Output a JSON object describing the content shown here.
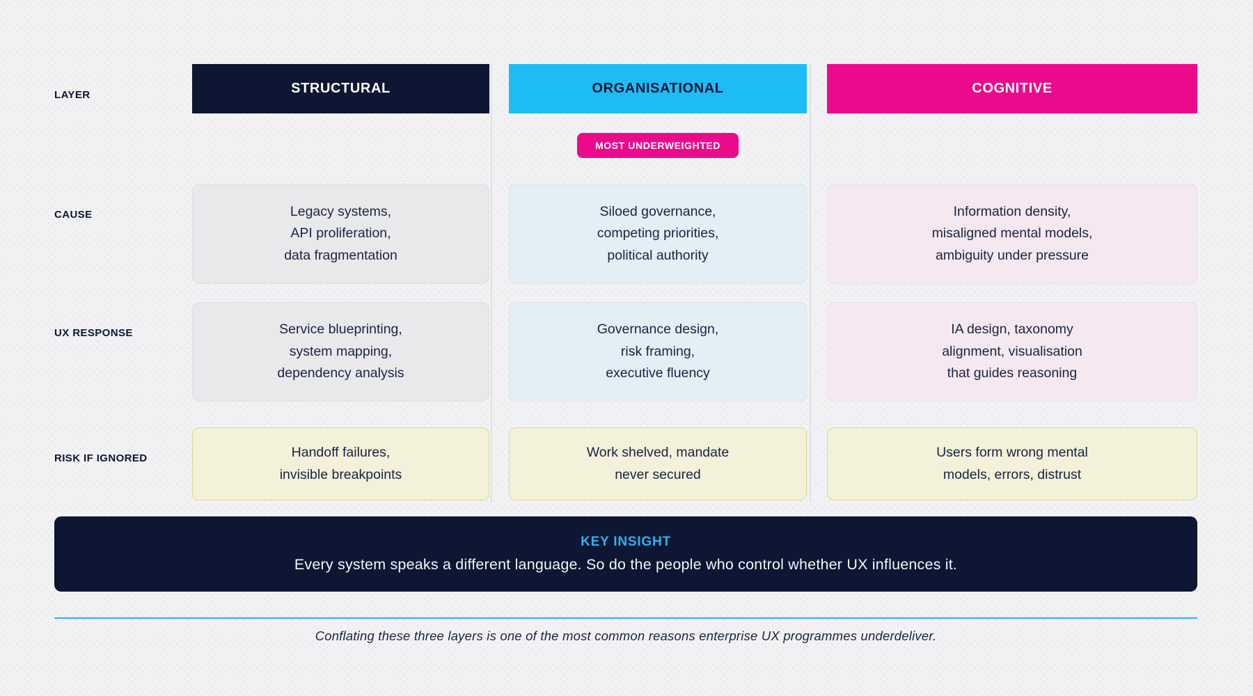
{
  "colors": {
    "navy": "#0d1633",
    "cyan": "#1ebcf5",
    "magenta": "#eb0a8c",
    "text_navy": "#1a2342",
    "cell_gray": "#e9e9ec",
    "cell_blue": "#e4eef5",
    "cell_pink": "#f5e8f0",
    "cell_yellow": "#f3f1d9",
    "cell_yellow_border": "#ddd88f",
    "insight_cyan": "#2bb3ee",
    "page_bg": "#f2f2f4"
  },
  "matrix": {
    "row_labels": {
      "layer": "LAYER",
      "cause": "CAUSE",
      "ux": "UX RESPONSE",
      "risk": "RISK IF IGNORED"
    },
    "columns": [
      {
        "label": "STRUCTURAL",
        "badge": "",
        "cause": "Legacy systems,\nAPI proliferation,\ndata fragmentation",
        "ux_response": "Service blueprinting,\nsystem mapping,\ndependency analysis",
        "risk": "Handoff failures,\ninvisible breakpoints"
      },
      {
        "label": "ORGANISATIONAL",
        "badge": "MOST UNDERWEIGHTED",
        "cause": "Siloed governance,\ncompeting priorities,\npolitical authority",
        "ux_response": "Governance design,\nrisk framing,\nexecutive fluency",
        "risk": "Work shelved, mandate\nnever secured"
      },
      {
        "label": "COGNITIVE",
        "badge": "",
        "cause": "Information density,\nmisaligned mental models,\nambiguity under pressure",
        "ux_response": "IA design, taxonomy\nalignment, visualisation\nthat guides reasoning",
        "risk": "Users form wrong mental\nmodels, errors, distrust"
      }
    ]
  },
  "key_insight": {
    "title": "KEY INSIGHT",
    "body": "Every system speaks a different language. So do the people who control whether UX influences it."
  },
  "footer": {
    "note": "Conflating these three layers is one of the most common reasons enterprise UX programmes underdeliver."
  }
}
